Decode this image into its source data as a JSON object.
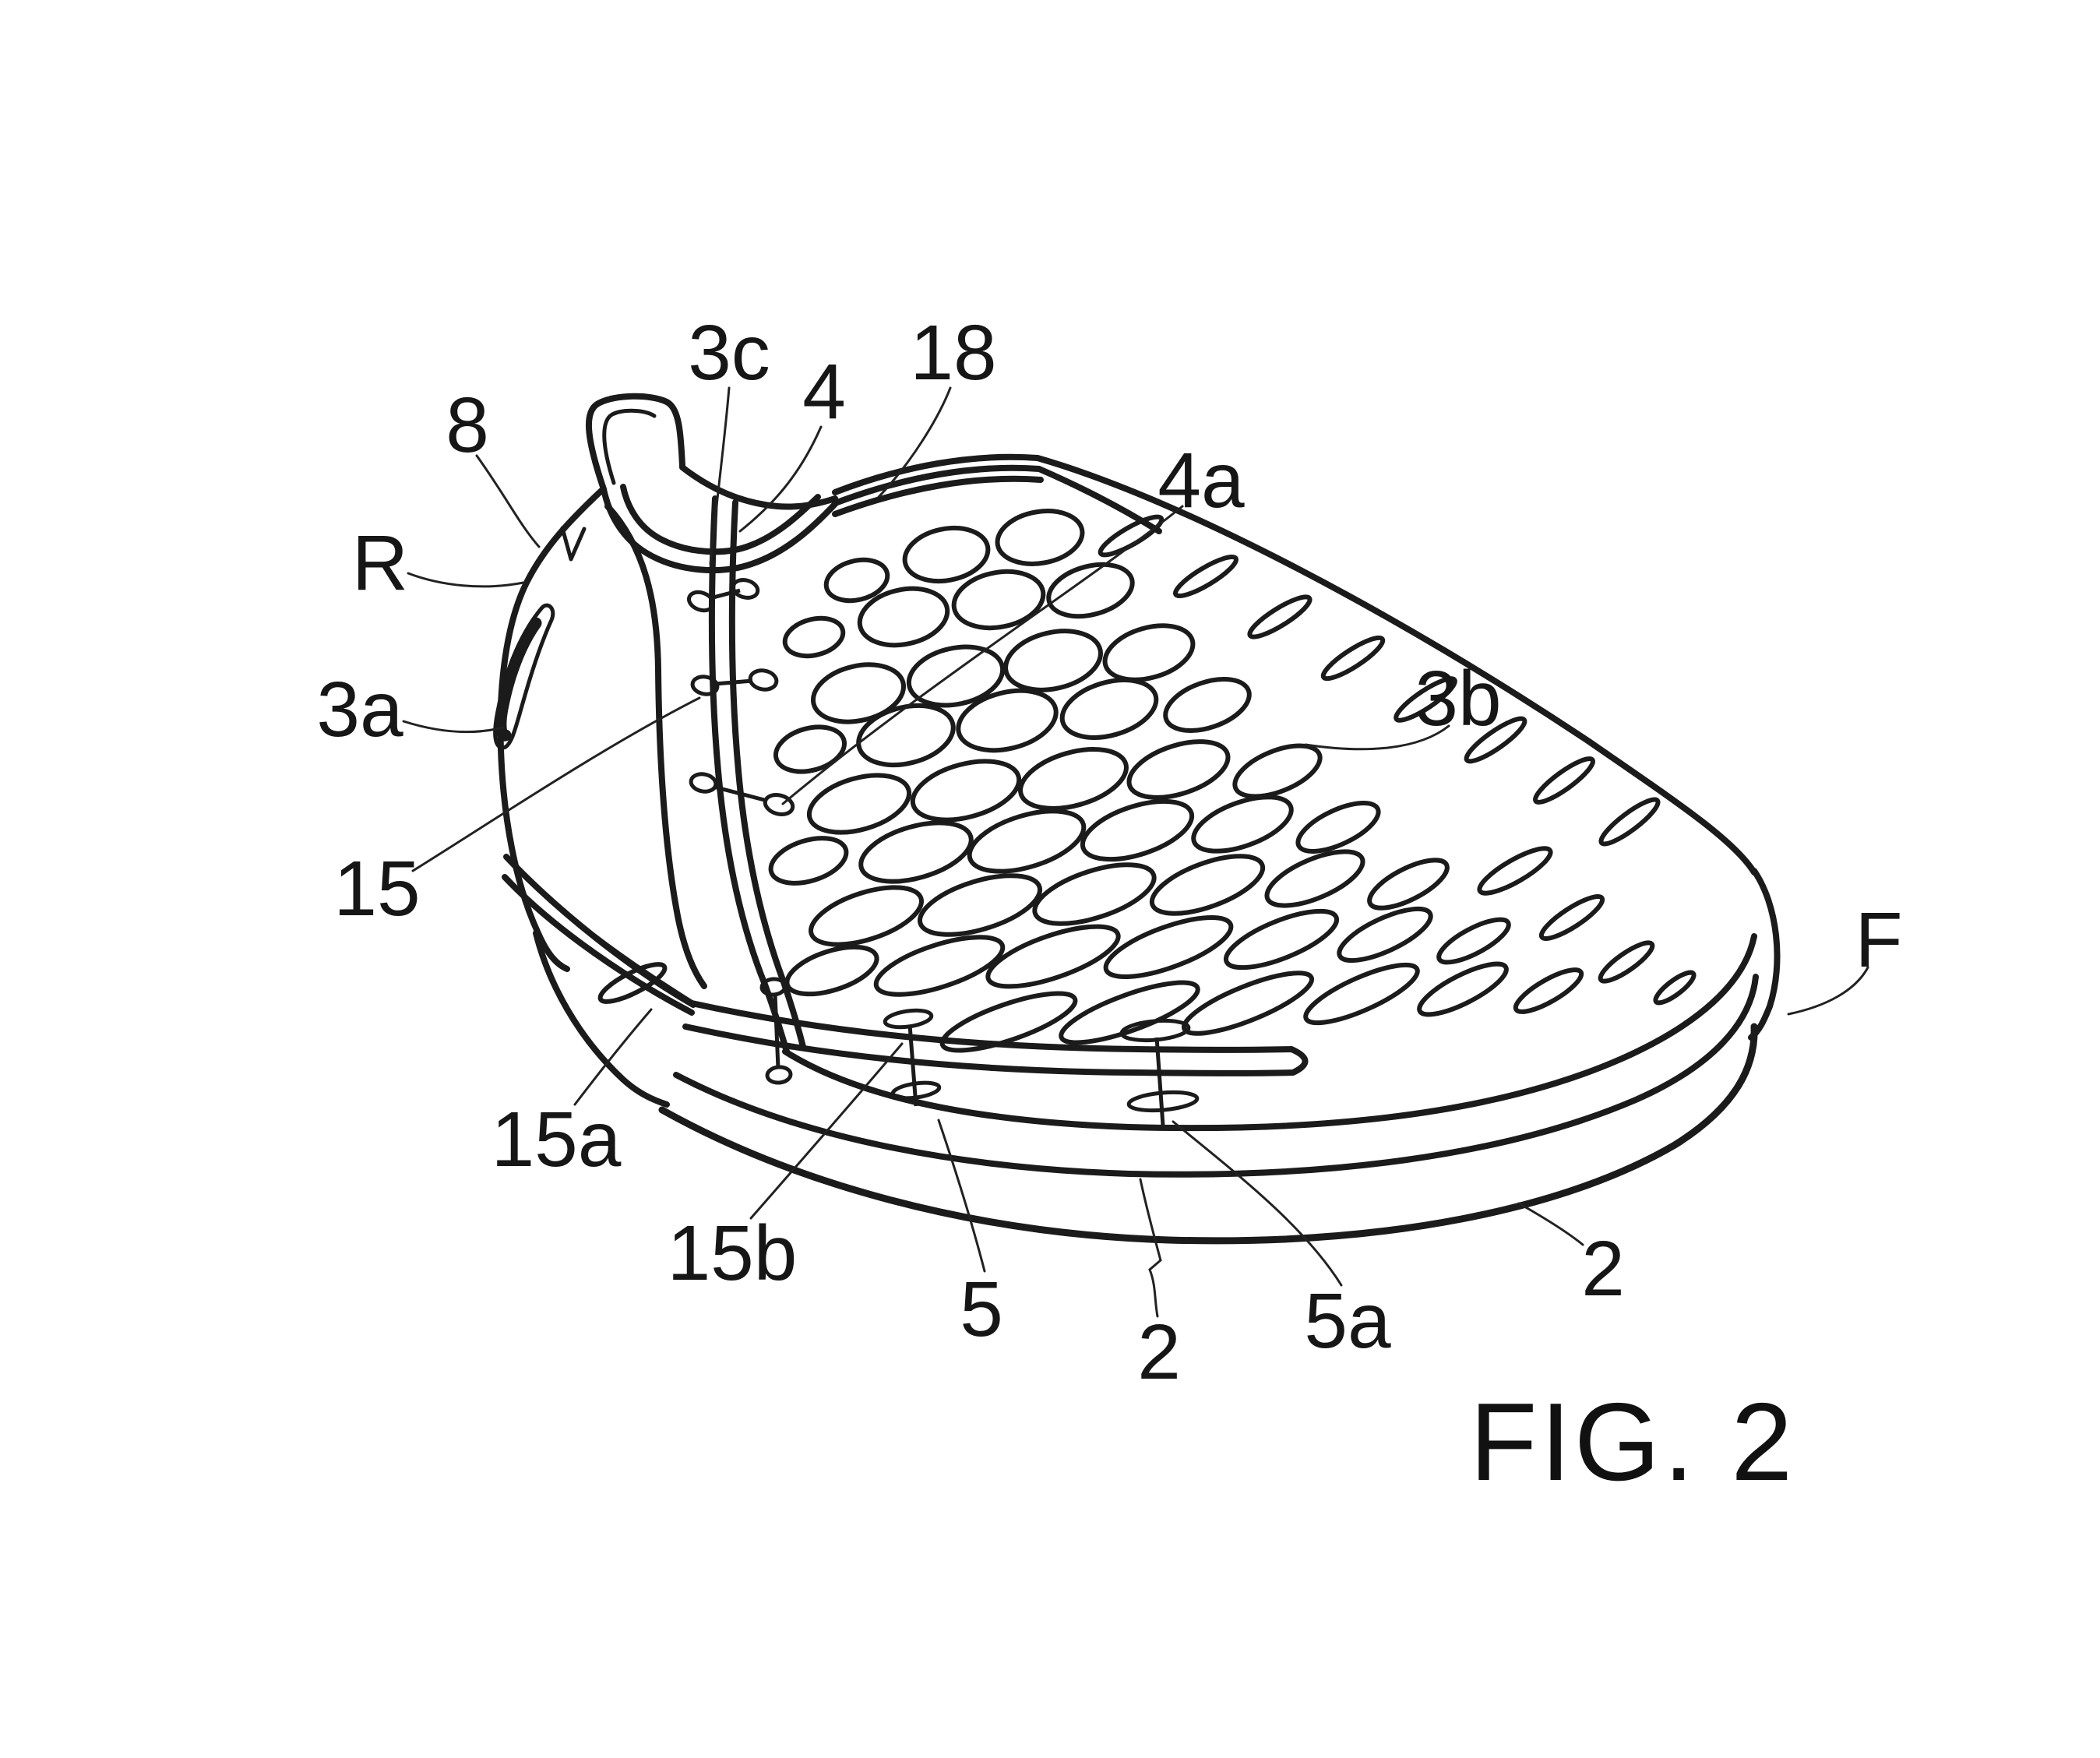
{
  "caption": "FIG. 2",
  "labels": {
    "n8": "8",
    "nR": "R",
    "n3a": "3a",
    "n3c": "3c",
    "n4": "4",
    "n18": "18",
    "n4a": "4a",
    "n3b": "3b",
    "n15": "15",
    "n15a": "15a",
    "n15b": "15b",
    "n5": "5",
    "n2_sole": "2",
    "n5a": "5a",
    "n2_outsole": "2",
    "nF": "F"
  }
}
